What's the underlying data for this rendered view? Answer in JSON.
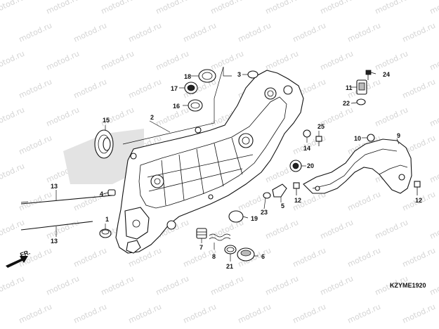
{
  "diagram": {
    "code": "KZYME1920",
    "direction_label": "FR.",
    "watermark_text": "motod.ru",
    "callouts": [
      {
        "id": "c1",
        "text": "1"
      },
      {
        "id": "c2",
        "text": "2"
      },
      {
        "id": "c3",
        "text": "3"
      },
      {
        "id": "c4",
        "text": "4"
      },
      {
        "id": "c5",
        "text": "5"
      },
      {
        "id": "c6",
        "text": "6"
      },
      {
        "id": "c7",
        "text": "7"
      },
      {
        "id": "c8",
        "text": "8"
      },
      {
        "id": "c9",
        "text": "9"
      },
      {
        "id": "c10",
        "text": "10"
      },
      {
        "id": "c11",
        "text": "11"
      },
      {
        "id": "c12a",
        "text": "12"
      },
      {
        "id": "c12b",
        "text": "12"
      },
      {
        "id": "c13a",
        "text": "13"
      },
      {
        "id": "c13b",
        "text": "13"
      },
      {
        "id": "c14",
        "text": "14"
      },
      {
        "id": "c15",
        "text": "15"
      },
      {
        "id": "c16",
        "text": "16"
      },
      {
        "id": "c17",
        "text": "17"
      },
      {
        "id": "c18",
        "text": "18"
      },
      {
        "id": "c19",
        "text": "19"
      },
      {
        "id": "c20",
        "text": "20"
      },
      {
        "id": "c21",
        "text": "21"
      },
      {
        "id": "c22",
        "text": "22"
      },
      {
        "id": "c23",
        "text": "23"
      },
      {
        "id": "c24",
        "text": "24"
      },
      {
        "id": "c25",
        "text": "25"
      }
    ]
  }
}
